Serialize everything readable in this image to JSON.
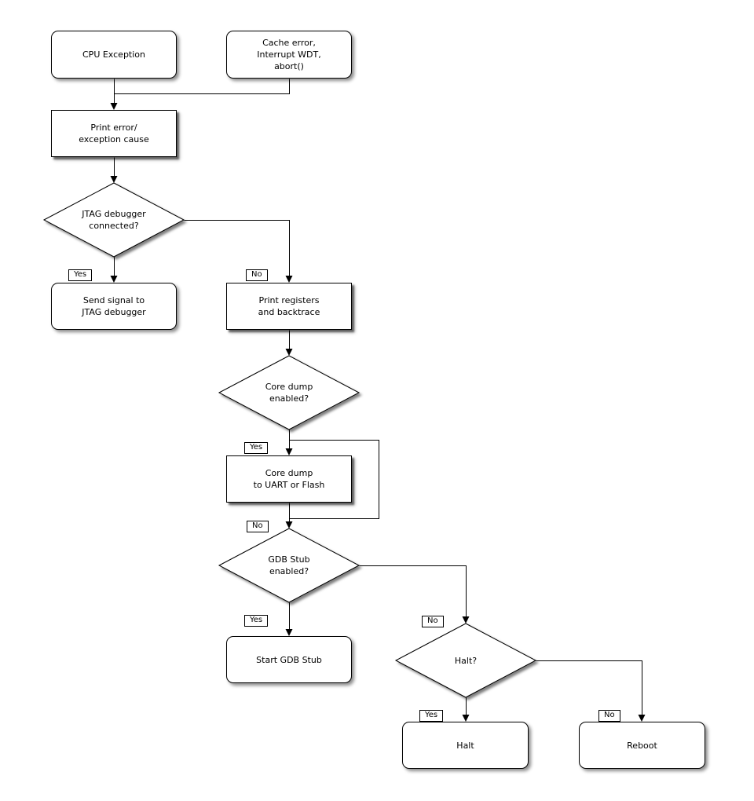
{
  "diagram": {
    "type": "flowchart",
    "background": "#ffffff",
    "line_color": "#000000",
    "node_fill": "#ffffff",
    "nodes": {
      "cpu_exception": {
        "shape": "rounded",
        "lines": [
          "CPU Exception"
        ]
      },
      "cache_error": {
        "shape": "rounded",
        "lines": [
          "Cache error,",
          "Interrupt WDT,",
          "abort()"
        ]
      },
      "print_error": {
        "shape": "rect",
        "lines": [
          "Print error/",
          "exception cause"
        ]
      },
      "jtag_connected": {
        "shape": "diamond",
        "lines": [
          "JTAG debugger",
          "connected?"
        ]
      },
      "send_signal": {
        "shape": "rounded",
        "lines": [
          "Send signal to",
          "JTAG debugger"
        ]
      },
      "print_registers": {
        "shape": "rect",
        "lines": [
          "Print registers",
          "and backtrace"
        ]
      },
      "core_dump_enabled": {
        "shape": "diamond",
        "lines": [
          "Core dump",
          "enabled?"
        ]
      },
      "core_dump": {
        "shape": "rect",
        "lines": [
          "Core dump",
          "to UART or Flash"
        ]
      },
      "gdb_stub_enabled": {
        "shape": "diamond",
        "lines": [
          "GDB Stub",
          "enabled?"
        ]
      },
      "start_gdb_stub": {
        "shape": "rounded",
        "lines": [
          "Start GDB Stub"
        ]
      },
      "halt_question": {
        "shape": "diamond",
        "lines": [
          "Halt?"
        ]
      },
      "halt": {
        "shape": "rounded",
        "lines": [
          "Halt"
        ]
      },
      "reboot": {
        "shape": "rounded",
        "lines": [
          "Reboot"
        ]
      }
    },
    "edges": [
      {
        "from": "cpu_exception",
        "to": "print_error"
      },
      {
        "from": "cache_error",
        "to": "print_error"
      },
      {
        "from": "print_error",
        "to": "jtag_connected"
      },
      {
        "from": "jtag_connected",
        "to": "send_signal",
        "label": "Yes"
      },
      {
        "from": "jtag_connected",
        "to": "print_registers",
        "label": "No"
      },
      {
        "from": "print_registers",
        "to": "core_dump_enabled"
      },
      {
        "from": "core_dump_enabled",
        "to": "core_dump",
        "label": "Yes"
      },
      {
        "from": "core_dump_enabled",
        "to": "gdb_stub_enabled",
        "label": "No"
      },
      {
        "from": "core_dump",
        "to": "gdb_stub_enabled"
      },
      {
        "from": "gdb_stub_enabled",
        "to": "start_gdb_stub",
        "label": "Yes"
      },
      {
        "from": "gdb_stub_enabled",
        "to": "halt_question",
        "label": "No"
      },
      {
        "from": "halt_question",
        "to": "halt",
        "label": "Yes"
      },
      {
        "from": "halt_question",
        "to": "reboot",
        "label": "No"
      }
    ]
  }
}
